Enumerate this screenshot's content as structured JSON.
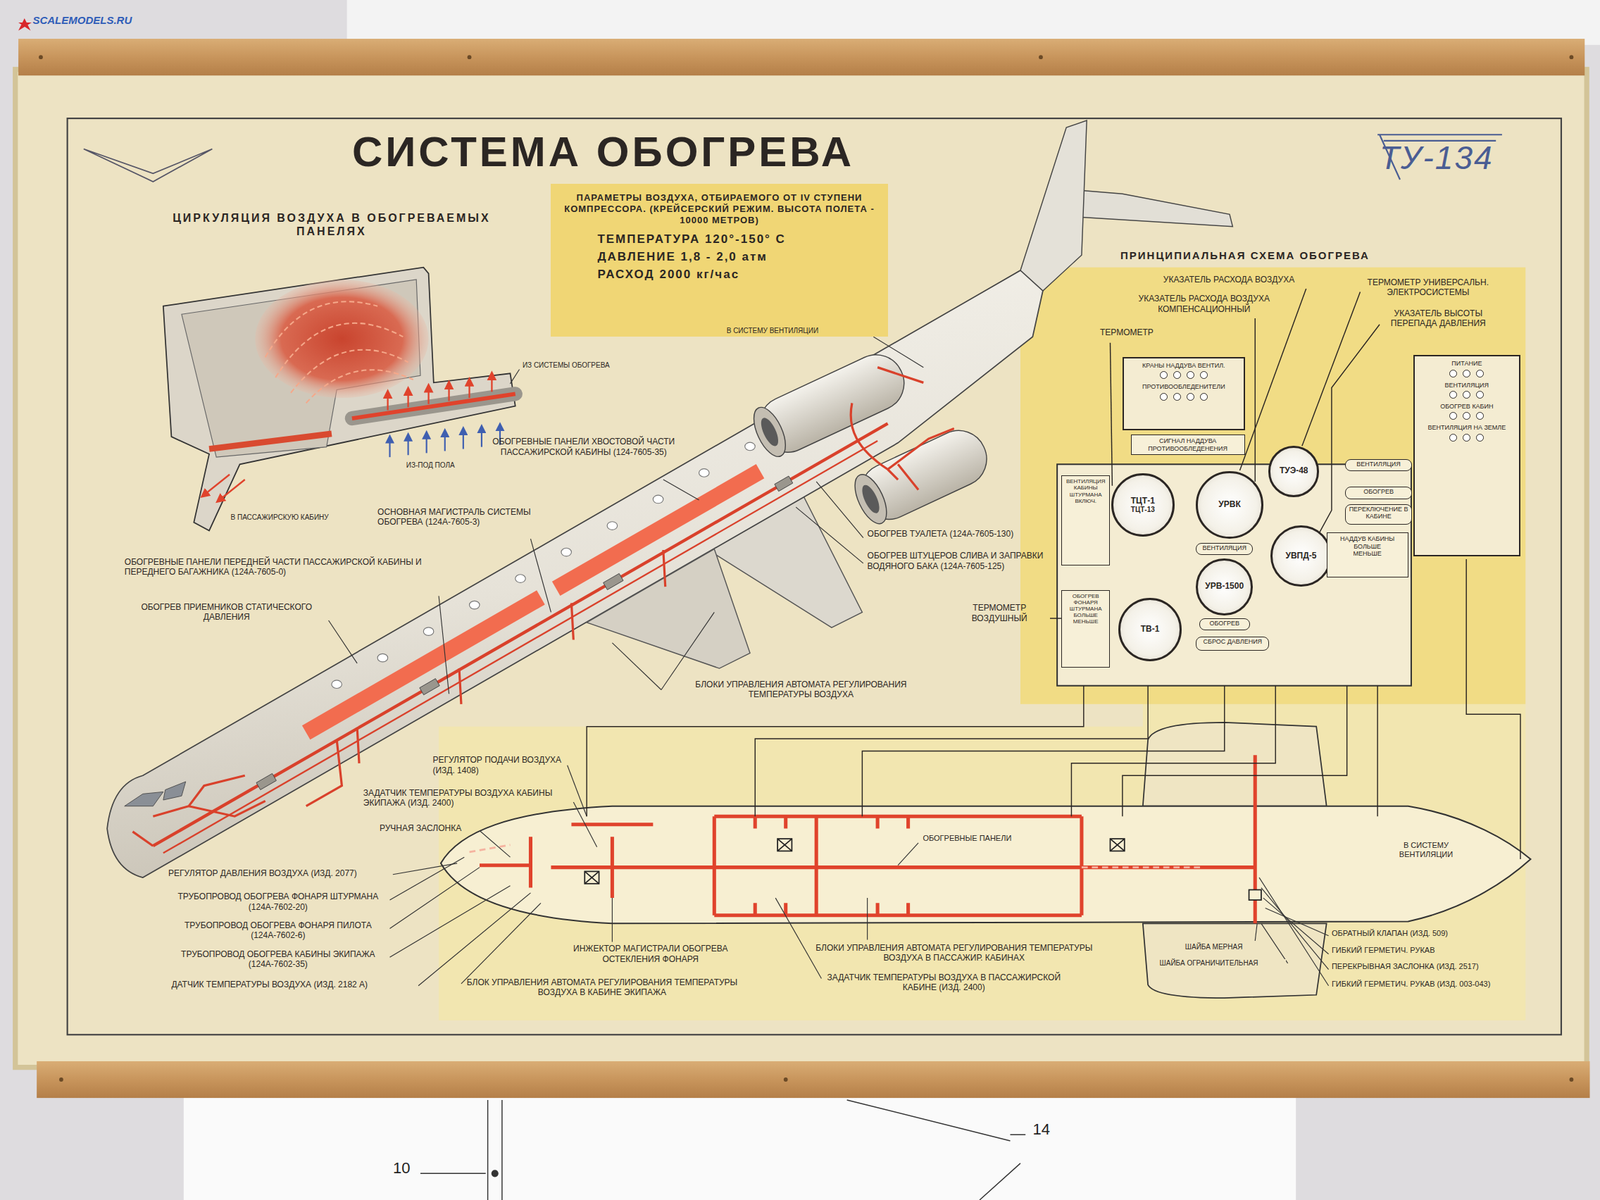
{
  "diagram": {
    "title": "СИСТЕМА ОБОГРЕВА",
    "nodes": [
      {
        "text": [
          "ПАРАМЕТРЫ ВОЗДУХА, ОТБИРАЕМОГО ОТ IV СТУПЕНИ КОМПРЕССОРА. (КРЕЙСЕРСКИЙ РЕЖИМ. ВЫСОТА ПОЛЕТА - 10000 МЕТРОВ)",
          "ТЕМПЕРАТУРА 120°-150° С",
          "ДАВЛЕНИЕ 1,8 - 2,0 атм",
          "РАСХОД 2000 кг/час"
        ]
      },
      {
        "text": [
          "КРАНЫ НАДДУВА ВЕНТИЛ.",
          "ПРОТИВООБЛЕДЕНИТЕЛИ"
        ]
      },
      {
        "text": [
          "СИГНАЛ НАДДУВА ПРОТИВООБЛЕДЕНЕНИЯ"
        ]
      },
      {
        "text": [
          "ТЦТ-1",
          "ТЦТ-13"
        ]
      },
      {
        "text": [
          "УРВК"
        ]
      },
      {
        "text": [
          "ТУЭ-48"
        ]
      },
      {
        "text": [
          "ВЕНТИЛЯЦИЯ"
        ]
      },
      {
        "text": [
          "ОБОГРЕВ"
        ]
      },
      {
        "text": [
          "ПЕРЕКЛЮЧЕНИЕ В КАБИНЕ"
        ]
      },
      {
        "text": [
          "УВПД-5"
        ]
      },
      {
        "text": [
          "НАДДУВ КАБИНЫ",
          "БОЛЬШЕ",
          "МЕНЬШЕ"
        ]
      },
      {
        "text": [
          "ВЕНТИЛЯЦИЯ КАБИНЫ ШТУРМАНА",
          "ВКЛЮЧ."
        ]
      },
      {
        "text": [
          "ВЕНТИЛЯЦИЯ"
        ]
      },
      {
        "text": [
          "УРВ-1500"
        ]
      },
      {
        "text": [
          "ОБОГРЕВ"
        ]
      },
      {
        "text": [
          "ОБОГРЕВ ФОНАРЯ ШТУРМАНА",
          "БОЛЬШЕ",
          "МЕНЬШЕ"
        ]
      },
      {
        "text": [
          "ТВ-1"
        ]
      },
      {
        "text": [
          "СБРОС ДАВЛЕНИЯ"
        ]
      },
      {
        "text": [
          "ПИТАНИЕ",
          "ВЕНТИЛЯЦИЯ",
          "ОБОГРЕВ КАБИН",
          "ВЕНТИЛЯЦИЯ НА ЗЕМЛЕ"
        ]
      }
    ],
    "labels": [
      "ЦИРКУЛЯЦИЯ ВОЗДУХА В ОБОГРЕВАЕМЫХ ПАНЕЛЯХ",
      "ИЗ СИСТЕМЫ ОБОГРЕВА",
      "ИЗ-ПОД ПОЛА",
      "В ПАССАЖИРСКУЮ КАБИНУ",
      "В СИСТЕМУ ВЕНТИЛЯЦИИ",
      "ОБОГРЕВНЫЕ ПАНЕЛИ ХВОСТОВОЙ ЧАСТИ ПАССАЖИРСКОЙ КАБИНЫ (124-7605-35)",
      "ОСНОВНАЯ МАГИСТРАЛЬ СИСТЕМЫ ОБОГРЕВА (124А-7605-3)",
      "ОБОГРЕВНЫЕ ПАНЕЛИ ПЕРЕДНЕЙ ЧАСТИ ПАССАЖИРСКОЙ КАБИНЫ И ПЕРЕДНЕГО БАГАЖНИКА (124А-7605-0)",
      "ОБОГРЕВ ПРИЕМНИКОВ СТАТИЧЕСКОГО ДАВЛЕНИЯ",
      "ОБОГРЕВ ТУАЛЕТА (124А-7605-130)",
      "ОБОГРЕВ ШТУЦЕРОВ СЛИВА И ЗАПРАВКИ ВОДЯНОГО БАКА (124А-7605-125)",
      "БЛОКИ УПРАВЛЕНИЯ АВТОМАТА РЕГУЛИРОВАНИЯ ТЕМПЕРАТУРЫ ВОЗДУХА",
      "РЕГУЛЯТОР ПОДАЧИ ВОЗДУХА (ИЗД. 1408)",
      "ЗАДАТЧИК ТЕМПЕРАТУРЫ ВОЗДУХА КАБИНЫ ЭКИПАЖА (ИЗД. 2400)",
      "РУЧНАЯ ЗАСЛОНКА",
      "РЕГУЛЯТОР ДАВЛЕНИЯ ВОЗДУХА (ИЗД. 2077)",
      "ТРУБОПРОВОД ОБОГРЕВА ФОНАРЯ ШТУРМАНА (124А-7602-20)",
      "ТРУБОПРОВОД ОБОГРЕВА ФОНАРЯ ПИЛОТА (124А-7602-6)",
      "ТРУБОПРОВОД ОБОГРЕВА КАБИНЫ ЭКИПАЖА (124А-7602-35)",
      "ДАТЧИК ТЕМПЕРАТУРЫ ВОЗДУХА (ИЗД. 2182 А)",
      "ИНЖЕКТОР МАГИСТРАЛИ ОБОГРЕВА ОСТЕКЛЕНИЯ ФОНАРЯ",
      "БЛОК УПРАВЛЕНИЯ АВТОМАТА РЕГУЛИРОВАНИЯ ТЕМПЕРАТУРЫ ВОЗДУХА В КАБИНЕ ЭКИПАЖА",
      "ОБОГРЕВНЫЕ ПАНЕЛИ",
      "БЛОКИ УПРАВЛЕНИЯ АВТОМАТА РЕГУЛИРОВАНИЯ ТЕМПЕРАТУРЫ ВОЗДУХА В ПАССАЖИР. КАБИНАХ",
      "ЗАДАТЧИК ТЕМПЕРАТУРЫ ВОЗДУХА В ПАССАЖИРСКОЙ КАБИНЕ (ИЗД. 2400)",
      "В СИСТЕМУ ВЕНТИЛЯЦИИ",
      "ШАЙБА МЕРНАЯ",
      "ШАЙБА ОГРАНИЧИТЕЛЬНАЯ",
      "ОБРАТНЫЙ КЛАПАН (ИЗД. 509)",
      "ГИБКИЙ ГЕРМЕТИЧ. РУКАВ",
      "ПЕРЕКРЫВНАЯ ЗАСЛОНКА (ИЗД. 2517)",
      "ГИБКИЙ ГЕРМЕТИЧ. РУКАВ (ИЗД. 003-043)",
      "ПРИНЦИПИАЛЬНАЯ СХЕМА ОБОГРЕВА",
      "УКАЗАТЕЛЬ РАСХОДА ВОЗДУХА",
      "УКАЗАТЕЛЬ РАСХОДА ВОЗДУХА КОМПЕНСАЦИОННЫЙ",
      "ТЕРМОМЕТР",
      "ТЕРМОМЕТР УНИВЕРСАЛЬН. ЭЛЕКТРОСИСТЕМЫ",
      "УКАЗАТЕЛЬ ВЫСОТЫ ПЕРЕПАДА ДАВЛЕНИЯ",
      "ТЕРМОМЕТР ВОЗДУШНЫЙ",
      "ТУ-134",
      "SCALEMODELS.RU",
      "10",
      "14"
    ]
  }
}
